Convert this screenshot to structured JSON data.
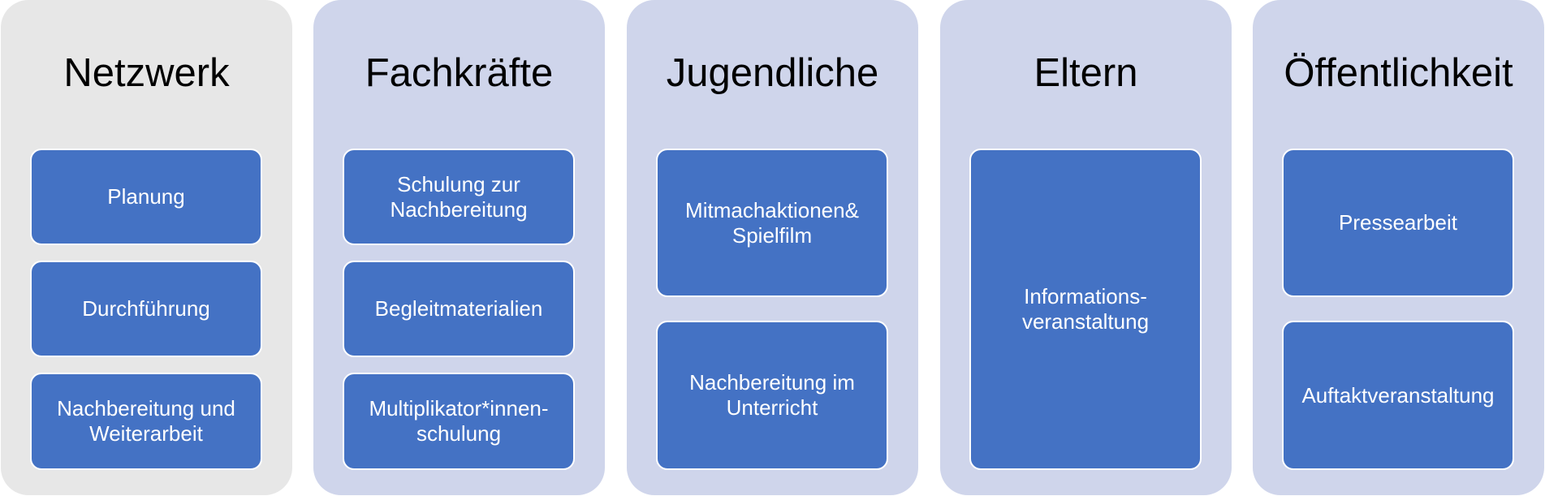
{
  "columns": [
    {
      "title": "Netzwerk",
      "items": [
        "Planung",
        "Durchführung",
        "Nachbereitung und\nWeiterarbeit"
      ]
    },
    {
      "title": "Fachkräfte",
      "items": [
        "Schulung zur\nNachbereitung",
        "Begleitmaterialien",
        "Multiplikator*innen-\nschulung"
      ]
    },
    {
      "title": "Jugendliche",
      "items": [
        "Mitmachaktionen&\nSpielfilm",
        "Nachbereitung im\nUnterricht"
      ]
    },
    {
      "title": "Eltern",
      "items": [
        "Informations-\nveranstaltung"
      ]
    },
    {
      "title": "Öffentlichkeit",
      "items": [
        "Pressearbeit",
        "Auftaktveranstaltung"
      ]
    }
  ],
  "colors": {
    "column_bg": "#cfd5eb",
    "column_bg_first": "#e7e7e7",
    "card_bg": "#4472c4",
    "card_border": "#ffffff",
    "card_text": "#ffffff",
    "title_text": "#000000"
  }
}
